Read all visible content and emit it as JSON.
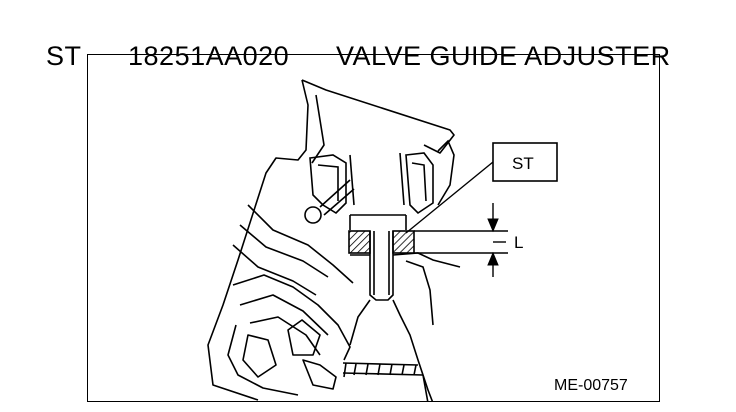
{
  "title": {
    "code": "ST",
    "part_number": "18251AA020",
    "name": "VALVE GUIDE ADJUSTER"
  },
  "diagram": {
    "callout_st": "ST",
    "dimension_l": "L",
    "figure_id": "ME-00757"
  }
}
